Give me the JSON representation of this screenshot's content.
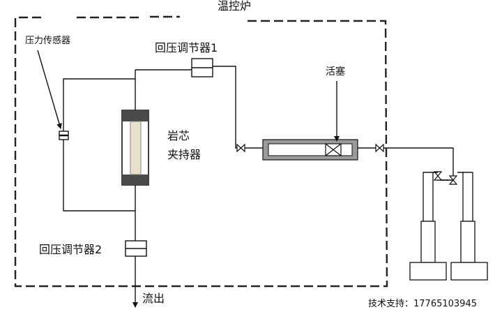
{
  "diagram": {
    "oven_label": "温控炉",
    "pressure_sensor_label": "压力传感器",
    "bpr1_label": "回压调节器1",
    "bpr2_label": "回压调节器2",
    "core_holder_label_line1": "岩芯",
    "core_holder_label_line2": "夹持器",
    "piston_label": "活塞",
    "outflow_label": "流出",
    "support_text": "技术支持：17765103945"
  },
  "colors": {
    "line": "#111111",
    "core_holder_caps": "#4a4a4a",
    "core_sample": "#e6e0cc",
    "piston_vessel_fill": "#9a9a9a"
  }
}
